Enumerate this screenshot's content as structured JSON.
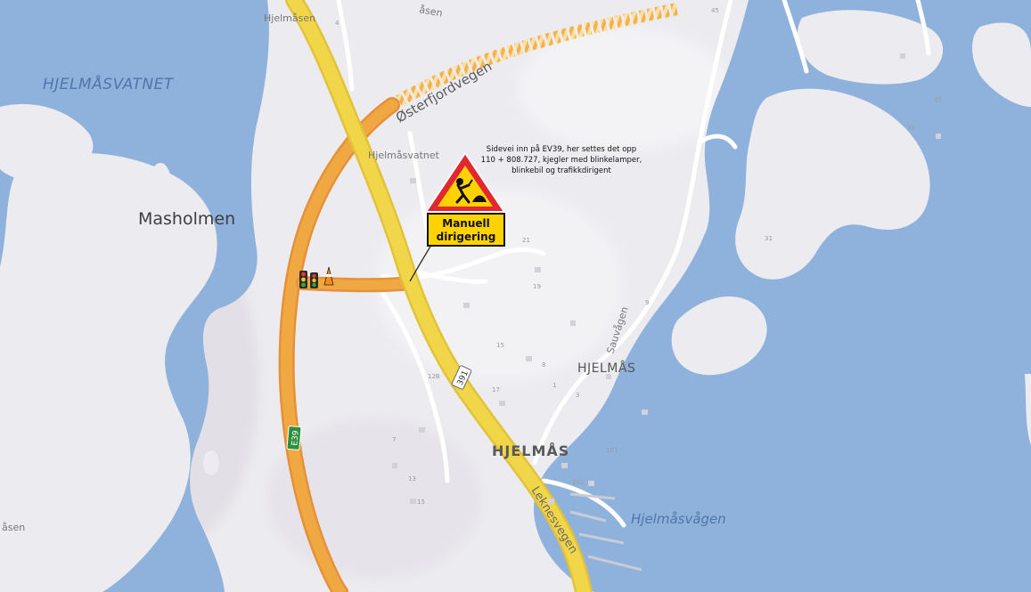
{
  "colors": {
    "land": "#ecebef",
    "water": "#8fb2dc",
    "water_label": "#5a7fb0",
    "road_main": "#f2d64a",
    "road_secondary": "#f0a843",
    "road_minor": "#ffffff",
    "sign_red": "#e0282e",
    "sign_yellow": "#ffd200"
  },
  "labels": {
    "lake": "HJELMÅSVATNET",
    "island": "Masholmen",
    "hamlet_upper": "HJELMÅS",
    "village": "HJELMÅS",
    "bay": "Hjelmåsvågen",
    "place_hjelmasvatnet": "Hjelmåsvatnet",
    "place_hjelmasen_top": "Hjelmåsen",
    "place_edge_left": "åsen",
    "place_top_fragment": "åsen",
    "road_osterfjord": "Østerfjordvegen",
    "road_leknes": "Leknesvegen",
    "road_sauvagen": "Sauvågen",
    "shield_391": "391",
    "shield_e39": "E39"
  },
  "house_numbers": [
    "4",
    "45",
    "35",
    "33",
    "21",
    "19",
    "15",
    "17",
    "3",
    "12B",
    "31",
    "101",
    "101",
    "7",
    "1",
    "9",
    "13",
    "15",
    "8"
  ],
  "annotation": {
    "note_line1": "Sidevei inn på EV39, her settes det opp",
    "note_line2": "110 + 808.727, kjegler med blinkelamper,",
    "note_line3": "blinkebil og trafikkdirigent",
    "sign_text_line1": "Manuell",
    "sign_text_line2": "dirigering"
  },
  "icons": {
    "roadwork": "roadworks-warning-icon",
    "traffic_light": "traffic-light-icon"
  }
}
